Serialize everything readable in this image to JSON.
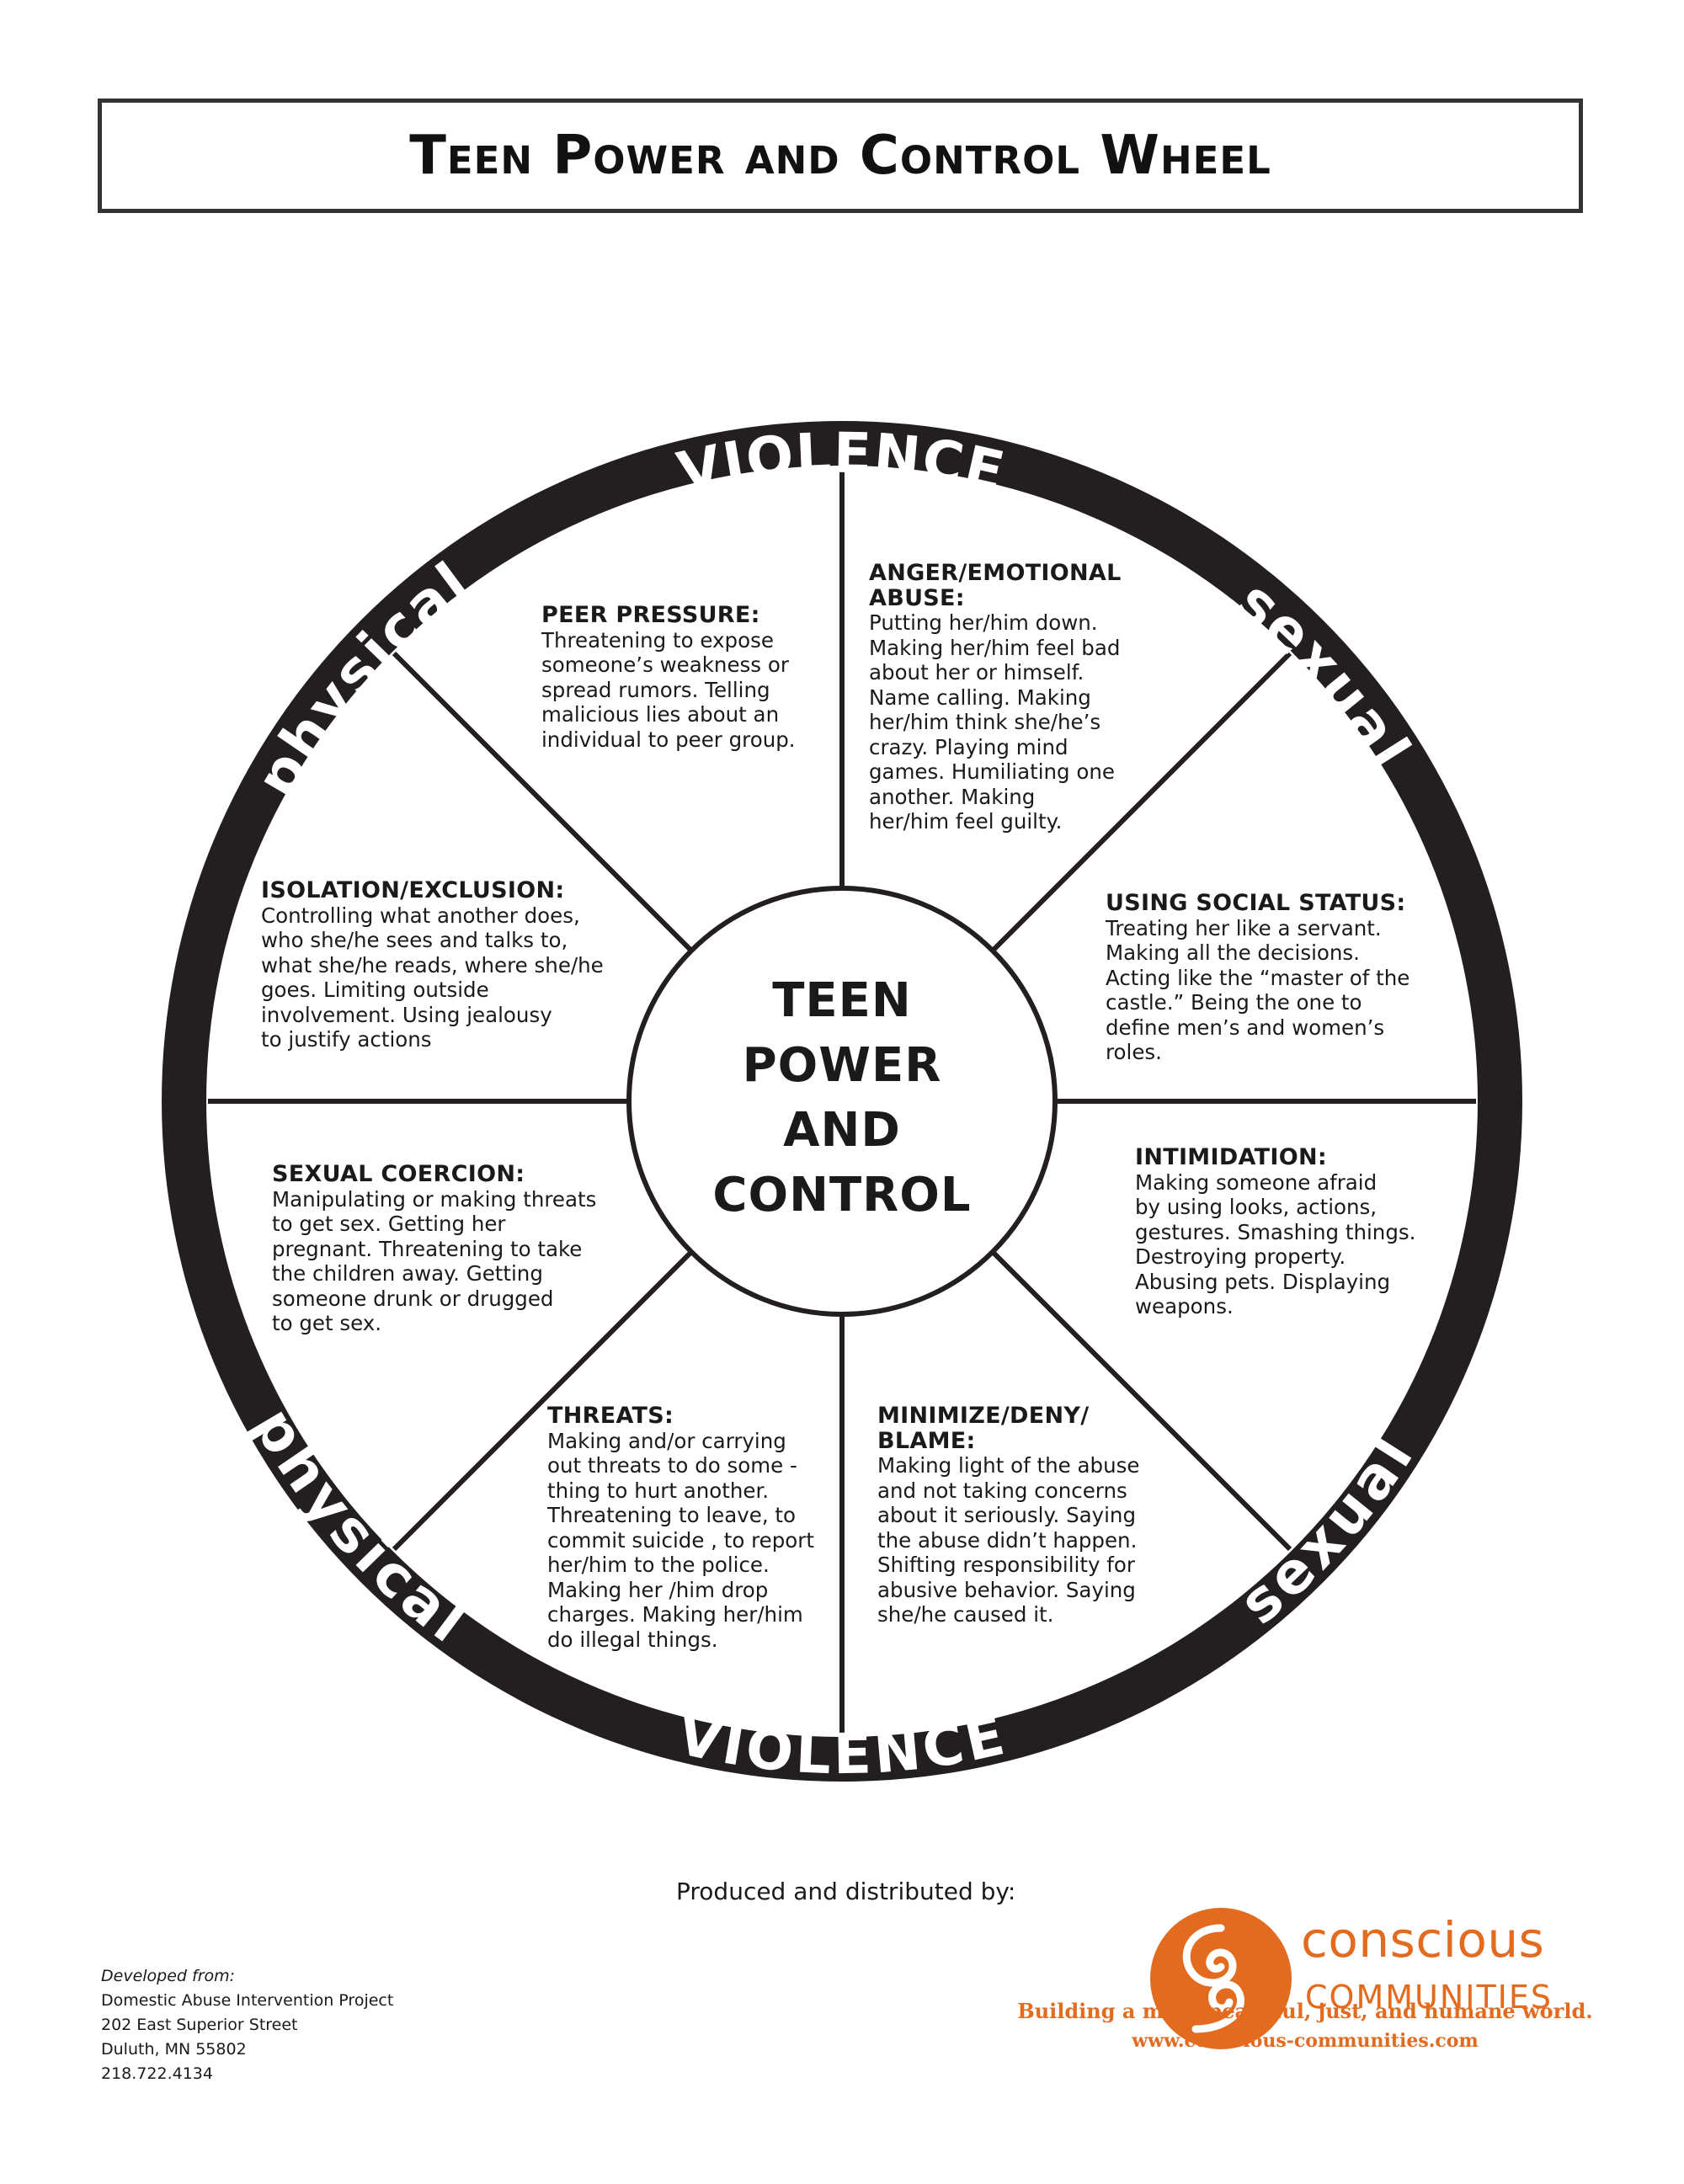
{
  "title": "Teen Power and Control Wheel",
  "hub": {
    "text": "TEEN\nPOWER\nAND\nCONTROL"
  },
  "ring": {
    "top": "VIOLENCE",
    "bottom": "VIOLENCE",
    "upper_left": "physical",
    "upper_right": "sexual",
    "lower_left": "physical",
    "lower_right": "sexual"
  },
  "segments": [
    {
      "title": "PEER PRESSURE:",
      "body": "Threatening to expose\nsomeone’s weakness or\nspread rumors.  Telling\nmalicious lies about an\nindividual to peer group."
    },
    {
      "title": "ANGER/EMOTIONAL\nABUSE:",
      "body": "Putting her/him down.\nMaking her/him feel bad\nabout her or himself.\nName calling.  Making\nher/him think she/he’s\ncrazy.  Playing mind\ngames.  Humiliating one\nanother.  Making\nher/him feel guilty."
    },
    {
      "title": "ISOLATION/EXCLUSION:",
      "body": "Controlling what another does,\nwho she/he sees and talks to,\nwhat she/he reads, where she/he\ngoes.  Limiting outside\ninvolvement.  Using jealousy\nto justify actions"
    },
    {
      "title": "USING SOCIAL STATUS:",
      "body": "Treating her like a servant.\nMaking all the decisions.\nActing like the “master of the\ncastle.”  Being the one to\ndefine men’s and women’s\nroles."
    },
    {
      "title": "SEXUAL COERCION:",
      "body": "Manipulating or making threats\nto get sex.  Getting her\npregnant.  Threatening to take\nthe children away.  Getting\nsomeone drunk or drugged\nto get sex."
    },
    {
      "title": "INTIMIDATION:",
      "body": "Making someone afraid\nby using looks, actions,\ngestures.  Smashing things.\nDestroying property.\nAbusing pets.  Displaying\nweapons."
    },
    {
      "title": "THREATS:",
      "body": "Making and/or carrying\nout threats to do some  -\nthing to hurt  another.\nThreatening to  leave, to\ncommit suicide , to report\nher/him to the police.\nMaking her /him drop\ncharges.  Making her/him\ndo illegal things."
    },
    {
      "title": "MINIMIZE/DENY/\nBLAME:",
      "body": "Making light of the abuse\nand not taking concerns\nabout it seriously.  Saying\nthe abuse didn’t happen.\nShifting responsibility for\nabusive behavior.  Saying\nshe/he caused it."
    }
  ],
  "footer": {
    "credit": "Produced and distributed by:",
    "developed_from": "Developed from:",
    "org_lines": [
      "Domestic Abuse Intervention Project",
      "202 East Superior Street",
      "Duluth, MN 55802",
      "218.722.4134"
    ],
    "logo_name": "conscious",
    "logo_sub": "COMMUNITIES",
    "tagline": "Building a more peaceful, just, and humane world.",
    "website": "www.conscious-communities.com"
  },
  "colors": {
    "ring": "#231f20",
    "brand_orange": "#e36b1f",
    "text": "#1a1a1a"
  }
}
